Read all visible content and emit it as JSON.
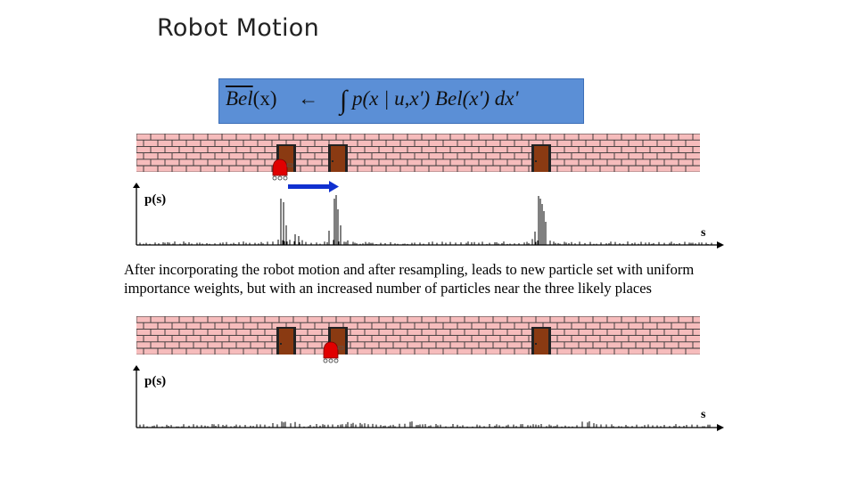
{
  "slide": {
    "title": "Robot Motion",
    "formula": {
      "bel_lhs": "Bel",
      "lhs_arg": "(x)",
      "arrow": "←",
      "integral": "∫",
      "rhs": "p(x | u,x') Bel(x') dx'"
    },
    "caption": "After incorporating the robot motion and after resampling, leads to new particle set with uniform importance weights, but with an increased number of particles near the three likely places",
    "top_plot": {
      "ylabel": "p(s)",
      "xlabel": "s"
    },
    "bottom_plot": {
      "ylabel": "p(s)",
      "xlabel": "s"
    }
  },
  "colors": {
    "formula_bg": "#5b8fd6",
    "brick": "#f6bcbc",
    "mortar": "#333333",
    "door": "#8a3a12",
    "robot": "#e00000",
    "motion_arrow": "#1030d0"
  },
  "icons": {
    "robot": "robot-icon",
    "arrow": "motion-arrow-icon"
  }
}
